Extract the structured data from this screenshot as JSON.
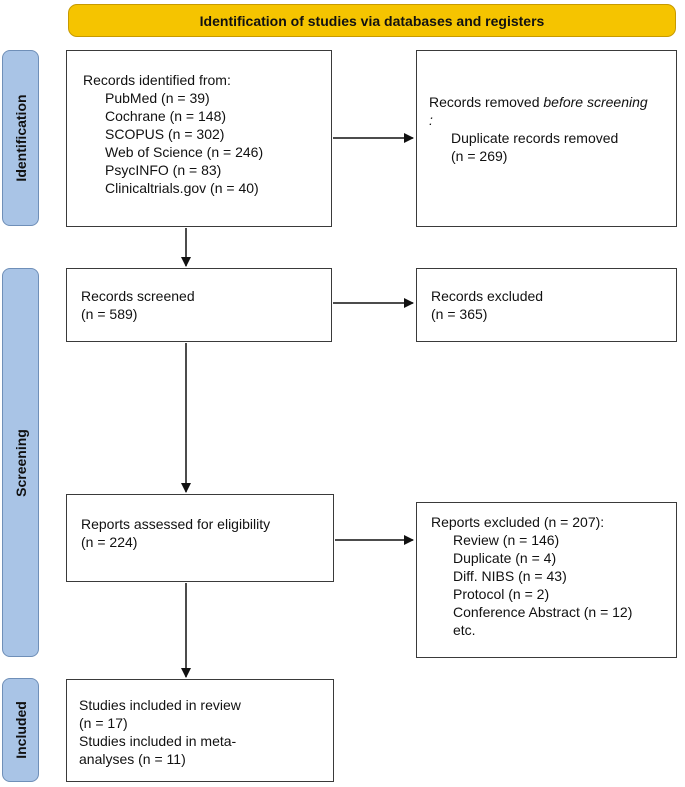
{
  "header": {
    "title": "Identification of studies via databases and registers"
  },
  "phases": {
    "identification": "Identification",
    "screening": "Screening",
    "included": "Included"
  },
  "identified": {
    "heading": "Records identified from:",
    "sources": [
      "PubMed (n = 39)",
      "Cochrane (n = 148)",
      "SCOPUS (n = 302)",
      "Web of Science (n = 246)",
      "PsycINFO (n = 83)",
      "Clinicaltrials.gov (n = 40)"
    ]
  },
  "removed": {
    "heading_prefix": "Records removed ",
    "heading_emph": "before screening",
    "heading_suffix": ":",
    "detail": "Duplicate records removed",
    "count": "(n = 269)"
  },
  "screened": {
    "label": "Records screened",
    "count": "(n = 589)"
  },
  "excluded": {
    "label": "Records excluded",
    "count": "(n = 365)"
  },
  "assessed": {
    "label": "Reports assessed for eligibility",
    "count": "(n = 224)"
  },
  "reports_excluded": {
    "heading": "Reports excluded (n = 207):",
    "reasons": [
      "Review (n = 146)",
      "Duplicate (n = 4)",
      "Diff. NIBS (n = 43)",
      "Protocol (n = 2)",
      "Conference Abstract (n = 12)",
      "etc."
    ]
  },
  "included": {
    "review_label": "Studies included in review",
    "review_count": "(n = 17)",
    "meta_label_1": "Studies included in meta-",
    "meta_label_2": "analyses (n = 11)"
  },
  "colors": {
    "header_fill": "#f5c400",
    "phase_fill": "#a9c4e6",
    "box_border": "#3a3a3a"
  }
}
